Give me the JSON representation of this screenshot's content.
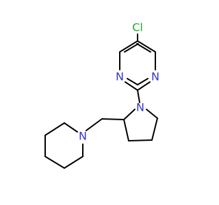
{
  "molecule": {
    "colors": {
      "bond": "#000000",
      "nitrogen": "#3333cc",
      "chlorine": "#22aa22",
      "background": "#ffffff"
    },
    "atoms": {
      "chlorine": "Cl",
      "pyrimidine_n_left": "N",
      "pyrimidine_n_right": "N",
      "pyrrolidine_n": "N",
      "piperidine_n": "N"
    }
  }
}
